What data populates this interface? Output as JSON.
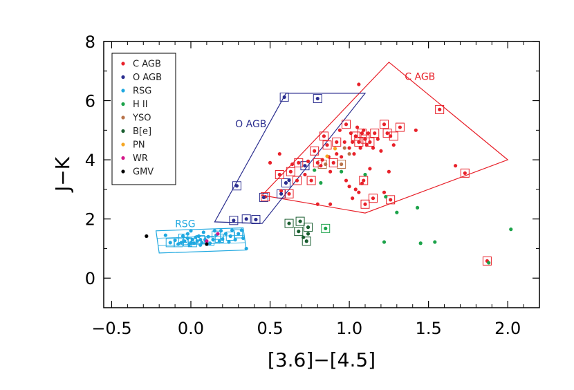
{
  "chart_data": {
    "type": "scatter",
    "xlabel": "[3.6]−[4.5]",
    "ylabel": "J−K",
    "xlim": [
      -0.55,
      2.2
    ],
    "ylim": [
      -1.0,
      8.0
    ],
    "xticks": [
      -0.5,
      0.0,
      0.5,
      1.0,
      1.5,
      2.0
    ],
    "xtick_labels": [
      "−0.5",
      "0.0",
      "0.5",
      "1.0",
      "1.5",
      "2.0"
    ],
    "yticks": [
      0,
      2,
      4,
      6,
      8
    ],
    "ytick_labels": [
      "0",
      "2",
      "4",
      "6",
      "8"
    ],
    "legend_position": "top-left",
    "grid": false,
    "series": [
      {
        "name": "C AGB",
        "color": "#e8212a",
        "points": [
          [
            0.47,
            2.75
          ],
          [
            0.62,
            2.85
          ],
          [
            0.56,
            3.5
          ],
          [
            0.56,
            4.2
          ],
          [
            0.63,
            3.6
          ],
          [
            0.67,
            3.3
          ],
          [
            0.68,
            3.9
          ],
          [
            0.72,
            3.5
          ],
          [
            0.74,
            3.95
          ],
          [
            0.76,
            3.3
          ],
          [
            0.78,
            4.3
          ],
          [
            0.8,
            3.9
          ],
          [
            0.82,
            3.8
          ],
          [
            0.83,
            4.0
          ],
          [
            0.84,
            4.8
          ],
          [
            0.86,
            4.5
          ],
          [
            0.87,
            4.1
          ],
          [
            0.88,
            3.6
          ],
          [
            0.9,
            3.9
          ],
          [
            0.92,
            4.6
          ],
          [
            0.94,
            5.0
          ],
          [
            0.95,
            4.1
          ],
          [
            0.97,
            4.6
          ],
          [
            0.98,
            5.2
          ],
          [
            1.0,
            4.4
          ],
          [
            1.01,
            4.9
          ],
          [
            1.02,
            4.6
          ],
          [
            1.03,
            4.2
          ],
          [
            1.04,
            4.8
          ],
          [
            1.05,
            5.1
          ],
          [
            1.06,
            4.6
          ],
          [
            1.07,
            4.4
          ],
          [
            1.08,
            4.9
          ],
          [
            1.09,
            5.0
          ],
          [
            1.1,
            4.7
          ],
          [
            1.11,
            4.5
          ],
          [
            1.12,
            4.9
          ],
          [
            1.13,
            4.6
          ],
          [
            1.15,
            4.4
          ],
          [
            1.16,
            4.9
          ],
          [
            1.18,
            4.7
          ],
          [
            1.2,
            4.3
          ],
          [
            1.22,
            5.2
          ],
          [
            1.24,
            4.9
          ],
          [
            1.26,
            4.8
          ],
          [
            1.28,
            4.5
          ],
          [
            1.32,
            5.1
          ],
          [
            1.42,
            5.0
          ],
          [
            1.25,
            3.6
          ],
          [
            1.06,
            6.55
          ],
          [
            1.57,
            5.7
          ],
          [
            1.67,
            3.8
          ],
          [
            1.73,
            3.55
          ],
          [
            1.87,
            0.58
          ],
          [
            1.0,
            3.1
          ],
          [
            1.02,
            2.7
          ],
          [
            1.04,
            3.0
          ],
          [
            1.06,
            2.9
          ],
          [
            1.08,
            3.2
          ],
          [
            1.1,
            2.5
          ],
          [
            1.15,
            2.7
          ],
          [
            1.22,
            2.9
          ],
          [
            1.26,
            2.65
          ],
          [
            0.8,
            2.5
          ],
          [
            0.88,
            2.5
          ],
          [
            0.98,
            3.3
          ],
          [
            0.5,
            3.9
          ],
          [
            0.57,
            2.95
          ],
          [
            0.64,
            3.85
          ],
          [
            1.09,
            3.3
          ],
          [
            0.92,
            4.2
          ],
          [
            1.13,
            3.7
          ]
        ]
      },
      {
        "name": "O AGB",
        "color": "#2b2e8f",
        "points": [
          [
            0.59,
            6.12
          ],
          [
            0.8,
            6.07
          ],
          [
            0.29,
            3.12
          ],
          [
            0.27,
            1.95
          ],
          [
            0.35,
            2.0
          ],
          [
            0.41,
            1.98
          ],
          [
            0.46,
            2.73
          ],
          [
            0.6,
            3.22
          ],
          [
            0.62,
            3.31
          ],
          [
            0.72,
            3.8
          ],
          [
            0.57,
            2.85
          ]
        ]
      },
      {
        "name": "RSG",
        "color": "#1fa8e0",
        "points": [
          [
            -0.16,
            1.45
          ],
          [
            -0.13,
            1.2
          ],
          [
            -0.1,
            1.28
          ],
          [
            -0.08,
            1.15
          ],
          [
            -0.06,
            1.2
          ],
          [
            -0.04,
            1.25
          ],
          [
            -0.02,
            1.35
          ],
          [
            -0.01,
            1.15
          ],
          [
            0.0,
            1.2
          ],
          [
            0.01,
            1.3
          ],
          [
            0.02,
            1.18
          ],
          [
            0.03,
            1.38
          ],
          [
            0.04,
            1.25
          ],
          [
            0.05,
            1.42
          ],
          [
            0.06,
            1.3
          ],
          [
            0.07,
            1.2
          ],
          [
            0.08,
            1.55
          ],
          [
            0.09,
            1.3
          ],
          [
            0.1,
            1.25
          ],
          [
            0.11,
            1.4
          ],
          [
            0.12,
            1.18
          ],
          [
            0.14,
            1.3
          ],
          [
            0.15,
            1.6
          ],
          [
            0.16,
            1.45
          ],
          [
            0.18,
            1.25
          ],
          [
            0.19,
            1.6
          ],
          [
            0.2,
            1.32
          ],
          [
            0.22,
            1.5
          ],
          [
            0.24,
            1.22
          ],
          [
            0.25,
            1.42
          ],
          [
            0.26,
            1.62
          ],
          [
            0.28,
            1.3
          ],
          [
            0.3,
            1.5
          ],
          [
            0.32,
            1.62
          ],
          [
            0.33,
            1.35
          ],
          [
            0.35,
            1.0
          ],
          [
            -0.02,
            1.5
          ],
          [
            0.0,
            1.6
          ],
          [
            -0.05,
            1.42
          ],
          [
            0.06,
            1.12
          ]
        ]
      },
      {
        "name": "H II",
        "color": "#1ca34a",
        "points": [
          [
            0.85,
            1.68
          ],
          [
            1.22,
            1.22
          ],
          [
            1.3,
            2.22
          ],
          [
            1.43,
            2.38
          ],
          [
            1.45,
            1.18
          ],
          [
            1.54,
            1.22
          ],
          [
            1.88,
            0.52
          ],
          [
            2.02,
            1.65
          ],
          [
            1.23,
            2.75
          ],
          [
            0.82,
            3.22
          ],
          [
            1.1,
            3.5
          ],
          [
            0.95,
            3.6
          ],
          [
            0.78,
            3.65
          ]
        ]
      },
      {
        "name": "YSO",
        "color": "#b8734a",
        "points": [
          [
            0.95,
            3.85
          ],
          [
            0.85,
            3.85
          ],
          [
            0.97,
            4.4
          ],
          [
            1.0,
            4.2
          ]
        ]
      },
      {
        "name": "B[e]",
        "color": "#1a5e30",
        "points": [
          [
            0.62,
            1.85
          ],
          [
            0.69,
            1.92
          ],
          [
            0.74,
            1.72
          ],
          [
            0.68,
            1.58
          ],
          [
            0.71,
            1.38
          ],
          [
            0.73,
            1.25
          ],
          [
            0.74,
            1.5
          ]
        ]
      },
      {
        "name": "PN",
        "color": "#f5a623",
        "points": [
          [
            0.91,
            4.38
          ],
          [
            0.86,
            4.12
          ]
        ]
      },
      {
        "name": "WR",
        "color": "#d4178a",
        "points": [
          [
            0.1,
            1.25
          ],
          [
            0.17,
            1.5
          ]
        ]
      },
      {
        "name": "GMV",
        "color": "#000000",
        "points": [
          [
            -0.28,
            1.42
          ],
          [
            0.1,
            1.15
          ]
        ]
      }
    ],
    "boxed_points": {
      "description_free": true,
      "points": [
        [
          0.59,
          6.12
        ],
        [
          0.8,
          6.07
        ],
        [
          0.29,
          3.12
        ],
        [
          0.27,
          1.95
        ],
        [
          0.35,
          2.0
        ],
        [
          0.41,
          1.98
        ],
        [
          0.46,
          2.73
        ],
        [
          0.6,
          3.22
        ],
        [
          0.72,
          3.8
        ],
        [
          0.57,
          2.85
        ],
        [
          0.62,
          1.85
        ],
        [
          0.69,
          1.92
        ],
        [
          0.74,
          1.72
        ],
        [
          0.68,
          1.58
        ],
        [
          0.73,
          1.25
        ],
        [
          0.85,
          1.68
        ],
        [
          0.62,
          2.85
        ],
        [
          0.67,
          3.3
        ],
        [
          0.76,
          3.3
        ],
        [
          0.8,
          3.9
        ],
        [
          0.84,
          4.8
        ],
        [
          0.86,
          4.5
        ],
        [
          0.83,
          3.85
        ],
        [
          0.78,
          4.3
        ],
        [
          0.9,
          3.9
        ],
        [
          0.92,
          4.6
        ],
        [
          0.98,
          5.2
        ],
        [
          1.04,
          4.8
        ],
        [
          1.06,
          4.6
        ],
        [
          1.08,
          4.9
        ],
        [
          1.1,
          4.7
        ],
        [
          1.13,
          4.6
        ],
        [
          1.16,
          4.9
        ],
        [
          1.22,
          5.2
        ],
        [
          1.24,
          4.9
        ],
        [
          1.28,
          4.8
        ],
        [
          1.32,
          5.1
        ],
        [
          1.57,
          5.7
        ],
        [
          1.73,
          3.55
        ],
        [
          1.87,
          0.58
        ],
        [
          1.1,
          2.5
        ],
        [
          1.15,
          2.7
        ],
        [
          1.26,
          2.65
        ],
        [
          1.09,
          3.3
        ],
        [
          0.95,
          3.85
        ],
        [
          0.47,
          2.75
        ],
        [
          0.56,
          3.5
        ],
        [
          0.63,
          3.6
        ],
        [
          0.68,
          3.9
        ],
        [
          -0.13,
          1.2
        ],
        [
          -0.08,
          1.2
        ],
        [
          -0.05,
          1.35
        ],
        [
          0.01,
          1.2
        ],
        [
          0.06,
          1.3
        ],
        [
          0.12,
          1.25
        ],
        [
          0.18,
          1.35
        ],
        [
          0.25,
          1.42
        ],
        [
          0.3,
          1.5
        ],
        [
          0.16,
          1.45
        ],
        [
          -0.02,
          1.22
        ]
      ]
    },
    "regions": [
      {
        "name": "C AGB",
        "color": "#e8212a",
        "label_pos": [
          1.35,
          6.7
        ],
        "polygon": [
          [
            0.45,
            2.8
          ],
          [
            1.25,
            7.3
          ],
          [
            2.0,
            4.0
          ],
          [
            1.1,
            2.2
          ]
        ]
      },
      {
        "name": "O AGB",
        "color": "#2b2e8f",
        "label_pos": [
          0.28,
          5.1
        ],
        "polygon": [
          [
            0.15,
            1.9
          ],
          [
            0.6,
            6.25
          ],
          [
            1.1,
            6.25
          ],
          [
            0.45,
            1.85
          ]
        ]
      },
      {
        "name": "RSG",
        "color": "#1fa8e0",
        "label_pos": [
          -0.1,
          1.72
        ],
        "polygon": [
          [
            -0.2,
            0.85
          ],
          [
            0.35,
            0.95
          ],
          [
            0.33,
            1.7
          ],
          [
            -0.22,
            1.6
          ]
        ]
      }
    ]
  }
}
